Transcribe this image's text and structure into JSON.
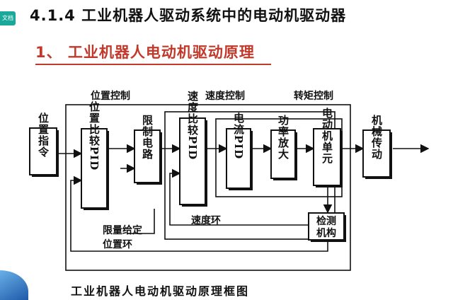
{
  "badge": "文档",
  "header_title": "4.1.4 工业机器人驱动系统中的电动机驱动器",
  "section_title": "1、 工业机器人电动机驱动原理",
  "diagram": {
    "blocks": {
      "position_command": "位置指令",
      "position_pid": "位置比较PID",
      "limit_circuit": "限制电路",
      "speed_pid": "速度比较PID",
      "current_pid": "电流PID",
      "power_amp": "功率放大",
      "motor_unit": "电动机单元",
      "mechanical_drive": "机械传动",
      "detection": "检测机构"
    },
    "labels": {
      "position_control": "位置控制",
      "speed_control": "速度控制",
      "torque_control": "转矩控制",
      "limit_setting": "限量给定",
      "speed_loop": "速度环",
      "position_loop": "位置环"
    }
  },
  "caption": "工业机器人电动机驱动原理框图"
}
